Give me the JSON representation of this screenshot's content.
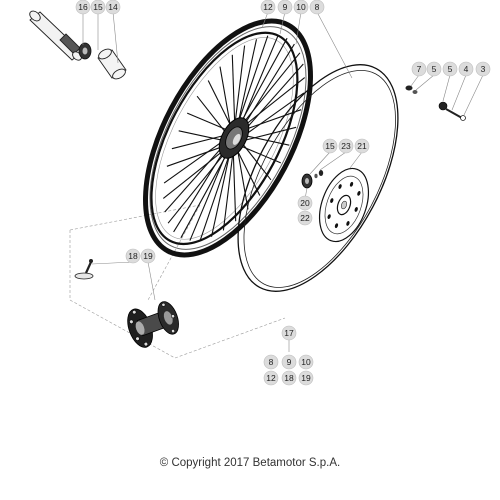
{
  "diagram": {
    "callouts": {
      "top_left": [
        "16",
        "15",
        "14"
      ],
      "top_center": [
        "12",
        "9",
        "10",
        "8"
      ],
      "top_right": [
        "7",
        "5",
        "5",
        "4",
        "3"
      ],
      "disc_group": [
        "15",
        "23",
        "21"
      ],
      "mid_left": [
        "20",
        "22"
      ],
      "hub_group": [
        "18",
        "19"
      ],
      "kit": "17",
      "kit_row1": [
        "8",
        "9",
        "10"
      ],
      "kit_row2": [
        "12",
        "18",
        "19"
      ]
    }
  },
  "footer": {
    "copyright": "© Copyright 2017 Betamotor S.p.A."
  }
}
